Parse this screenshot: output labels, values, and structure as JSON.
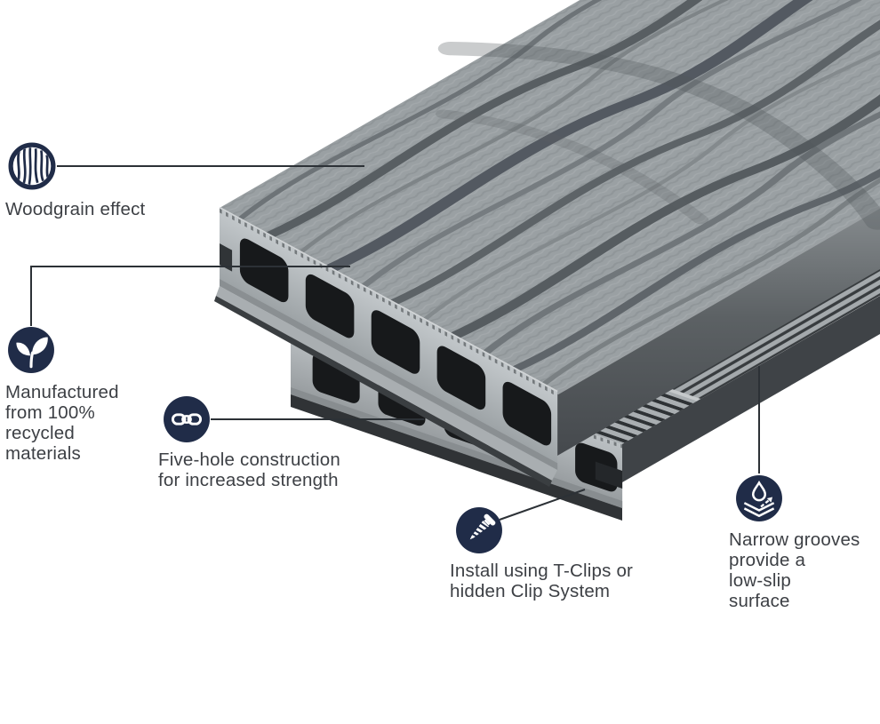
{
  "figure": {
    "subject": "composite-decking-boards",
    "colors": {
      "accent_navy": "#202c48",
      "text": "#3d4045",
      "leader_line": "#2c3136",
      "board_light": "#c3c8cb",
      "board_mid": "#9ba0a3",
      "board_dark_side": "#464a4e",
      "hole_dark": "#17191b",
      "groove_dark": "#383c3f"
    }
  },
  "callouts": [
    {
      "id": "woodgrain",
      "icon": "woodgrain-icon",
      "label": "Woodgrain effect"
    },
    {
      "id": "recycled",
      "icon": "leaf-icon",
      "lines": [
        "Manufactured",
        "from 100%",
        "recycled",
        "materials"
      ]
    },
    {
      "id": "five-hole",
      "icon": "chain-link-icon",
      "lines": [
        "Five-hole construction",
        "for increased strength"
      ]
    },
    {
      "id": "t-clips",
      "icon": "screw-icon",
      "lines": [
        "Install using T-Clips or",
        "hidden Clip System"
      ]
    },
    {
      "id": "narrow-grooves",
      "icon": "water-drop-layers-icon",
      "lines": [
        "Narrow grooves",
        "provide a",
        "low-slip",
        "surface"
      ]
    }
  ]
}
